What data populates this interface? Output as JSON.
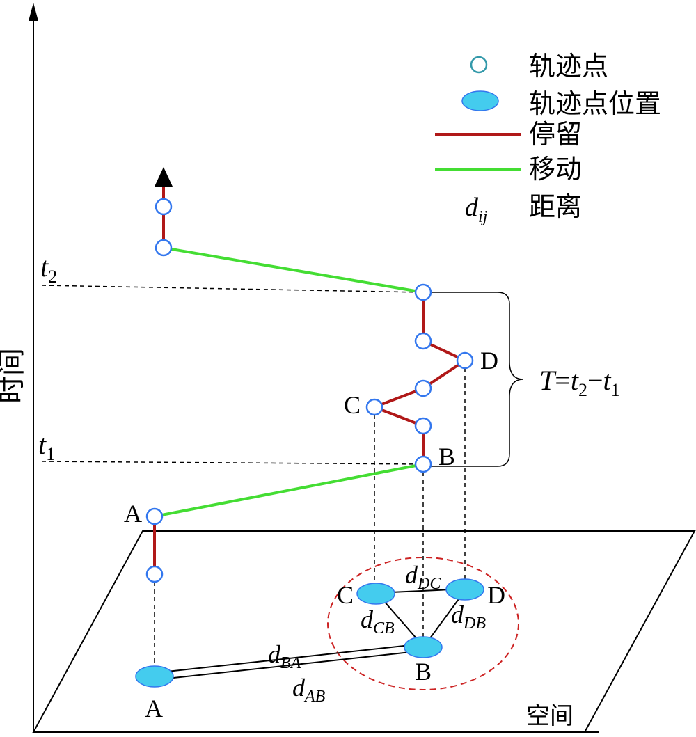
{
  "axes": {
    "time_label": "时间",
    "space_label": "空间"
  },
  "time_marks": {
    "t1": {
      "letter": "t",
      "sub": "1"
    },
    "t2": {
      "letter": "t",
      "sub": "2"
    }
  },
  "duration": {
    "T": "T",
    "eq": "=",
    "t2": {
      "letter": "t",
      "sub": "2"
    },
    "minus": "−",
    "t1": {
      "letter": "t",
      "sub": "1"
    }
  },
  "legend": {
    "trajectory_point": "轨迹点",
    "point_location": "轨迹点位置",
    "stay": "停留",
    "move": "移动",
    "distance_symbol": {
      "letter": "d",
      "sub": "ij"
    },
    "distance": "距离"
  },
  "point_labels": {
    "A_time": "A",
    "B_time": "B",
    "C_time": "C",
    "D_time": "D",
    "A_space": "A",
    "B_space": "B",
    "C_space": "C",
    "D_space": "D"
  },
  "distances": {
    "dBA": {
      "letter": "d",
      "sub": "BA"
    },
    "dAB": {
      "letter": "d",
      "sub": "AB"
    },
    "dDC": {
      "letter": "d",
      "sub": "DC"
    },
    "dCB": {
      "letter": "d",
      "sub": "CB"
    },
    "dDB": {
      "letter": "d",
      "sub": "DB"
    }
  },
  "colors": {
    "stay": "#b01818",
    "move": "#44dd33",
    "point_stroke": "#3377ee",
    "location_fill": "#44ccee",
    "cluster": "#cc2222",
    "axis": "#000000"
  }
}
